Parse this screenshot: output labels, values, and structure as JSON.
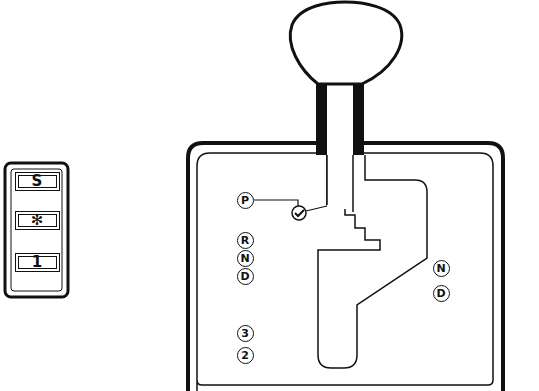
{
  "diagram": {
    "nodes": [
      {
        "text": [
          "S"
        ]
      },
      {
        "text": [
          "✻"
        ]
      },
      {
        "text": [
          "1"
        ]
      },
      {
        "text": [
          "P"
        ]
      },
      {
        "text": [
          "R"
        ]
      },
      {
        "text": [
          "N"
        ]
      },
      {
        "text": [
          "D"
        ]
      },
      {
        "text": [
          "3"
        ]
      },
      {
        "text": [
          "2"
        ]
      },
      {
        "text": [
          "N"
        ]
      },
      {
        "text": [
          "D"
        ]
      }
    ]
  }
}
